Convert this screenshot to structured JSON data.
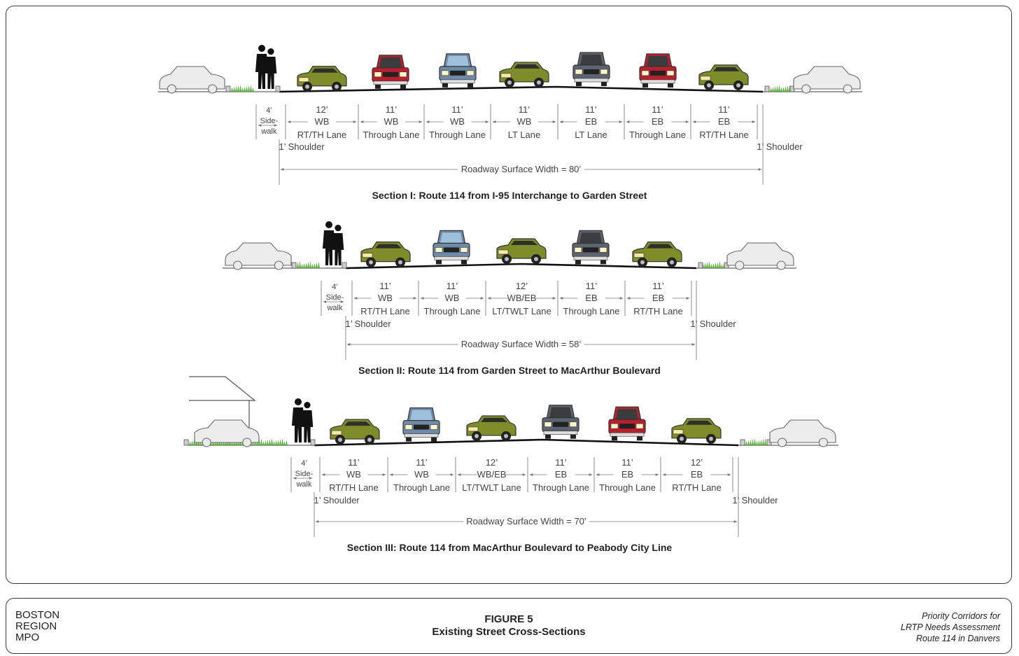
{
  "sections": [
    {
      "title": "Section I: Route 114 from I-95 Interchange to Garden Street",
      "sidewalk": {
        "width": "4’",
        "line1": "Side-",
        "line2": "walk"
      },
      "lanes": [
        {
          "width": "12’",
          "dir": "WB",
          "name": "RT/TH Lane"
        },
        {
          "width": "11’",
          "dir": "WB",
          "name": "Through Lane"
        },
        {
          "width": "11’",
          "dir": "WB",
          "name": "Through Lane"
        },
        {
          "width": "11’",
          "dir": "WB",
          "name": "LT Lane"
        },
        {
          "width": "11’",
          "dir": "EB",
          "name": "LT Lane"
        },
        {
          "width": "11’",
          "dir": "EB",
          "name": "Through Lane"
        },
        {
          "width": "11’",
          "dir": "EB",
          "name": "RT/TH Lane"
        }
      ],
      "left_shoulder": "1’ Shoulder",
      "right_shoulder": "1’ Shoulder",
      "roadway_width": "Roadway Surface Width = 80’"
    },
    {
      "title": "Section II: Route 114 from Garden Street to MacArthur Boulevard",
      "sidewalk": {
        "width": "4’",
        "line1": "Side-",
        "line2": "walk"
      },
      "lanes": [
        {
          "width": "11’",
          "dir": "WB",
          "name": "RT/TH Lane"
        },
        {
          "width": "11’",
          "dir": "WB",
          "name": "Through Lane"
        },
        {
          "width": "12’",
          "dir": "WB/EB",
          "name": "LT/TWLT Lane"
        },
        {
          "width": "11’",
          "dir": "EB",
          "name": "Through Lane"
        },
        {
          "width": "11’",
          "dir": "EB",
          "name": "RT/TH Lane"
        }
      ],
      "left_shoulder": "1’ Shoulder",
      "right_shoulder": "1’ Shoulder",
      "roadway_width": "Roadway Surface Width = 58’"
    },
    {
      "title": "Section III: Route 114 from MacArthur Boulevard to Peabody City Line",
      "sidewalk": {
        "width": "4’",
        "line1": "Side-",
        "line2": "walk"
      },
      "lanes": [
        {
          "width": "11’",
          "dir": "WB",
          "name": "RT/TH Lane"
        },
        {
          "width": "11’",
          "dir": "WB",
          "name": "Through Lane"
        },
        {
          "width": "12’",
          "dir": "WB/EB",
          "name": "LT/TWLT Lane"
        },
        {
          "width": "11’",
          "dir": "EB",
          "name": "Through Lane"
        },
        {
          "width": "11’",
          "dir": "EB",
          "name": "Through Lane"
        },
        {
          "width": "12’",
          "dir": "EB",
          "name": "RT/TH Lane"
        }
      ],
      "left_shoulder": "1’ Shoulder",
      "right_shoulder": "1’ Shoulder",
      "roadway_width": "Roadway Surface Width = 70’"
    }
  ],
  "footer": {
    "org": [
      "BOSTON",
      "REGION",
      "MPO"
    ],
    "figure_number": "FIGURE 5",
    "figure_title": "Existing Street Cross-Sections",
    "project": [
      "Priority Corridors for",
      "LRTP Needs Assessment",
      "Route 114 in Danvers"
    ]
  },
  "colors": {
    "car_green": "#7e8c2a",
    "car_red": "#b8202e",
    "car_blue": "#6f8aa6",
    "car_gray": "#5d6470",
    "grass": "#5aab3a",
    "outline": "#333333"
  }
}
